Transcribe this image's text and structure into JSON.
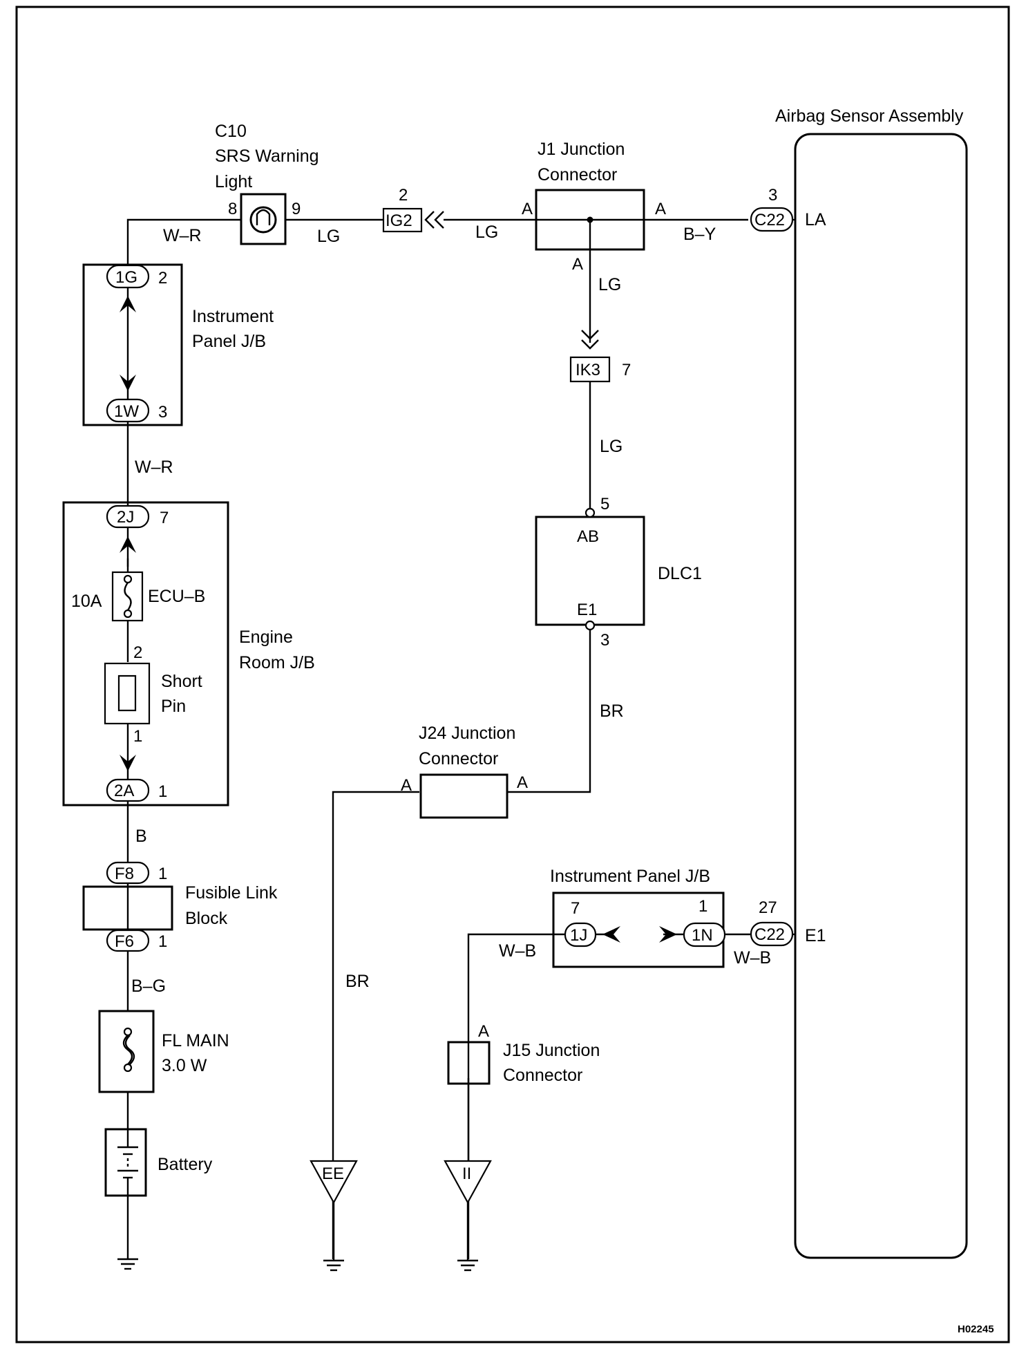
{
  "components": {
    "c10": {
      "id": "C10",
      "name_line1": "SRS Warning",
      "name_line2": "Light",
      "pin_in": "8",
      "pin_out": "9"
    },
    "j1": {
      "line1": "J1 Junction",
      "line2": "Connector",
      "pin_left": "A",
      "pin_right": "A",
      "pin_bottom": "A"
    },
    "airbag": {
      "name": "Airbag Sensor Assembly",
      "pin_la": "LA",
      "pin_e1": "E1"
    },
    "ig2": {
      "label": "IG2",
      "pin": "2"
    },
    "c22_top": {
      "label": "C22",
      "pin": "3"
    },
    "c22_bottom": {
      "label": "C22",
      "pin": "27"
    },
    "ik3": {
      "label": "IK3",
      "pin": "7"
    },
    "dlc1": {
      "name": "DLC1",
      "pin_ab": "AB",
      "pin_ab_num": "5",
      "pin_e1": "E1",
      "pin_e1_num": "3"
    },
    "ip_jb": {
      "line1": "Instrument",
      "line2": "Panel J/B",
      "top_conn": "1G",
      "top_pin": "2",
      "bottom_conn": "1W",
      "bottom_pin": "3"
    },
    "er_jb": {
      "line1": "Engine",
      "line2": "Room J/B",
      "top_conn": "2J",
      "top_pin": "7",
      "fuse_amp": "10A",
      "fuse_name": "ECU–B",
      "short_pin_line1": "Short",
      "short_pin_line2": "Pin",
      "sp_pin_top": "2",
      "sp_pin_bottom": "1",
      "bottom_conn": "2A",
      "bottom_pin": "1"
    },
    "fusible": {
      "line1": "Fusible Link",
      "line2": "Block",
      "top_conn": "F8",
      "top_pin": "1",
      "bottom_conn": "F6",
      "bottom_pin": "1"
    },
    "fl_main": {
      "line1": "FL MAIN",
      "line2": "3.0 W"
    },
    "battery": {
      "name": "Battery"
    },
    "j24": {
      "line1": "J24 Junction",
      "line2": "Connector",
      "pin_left": "A",
      "pin_right": "A"
    },
    "ip_jb2": {
      "name": "Instrument Panel J/B",
      "left_conn": "1J",
      "left_pin": "7",
      "right_conn": "1N",
      "right_pin": "1"
    },
    "j15": {
      "line1": "J15 Junction",
      "line2": "Connector",
      "pin": "A"
    },
    "ground_ee": {
      "label": "EE"
    },
    "ground_ii": {
      "label": "II"
    }
  },
  "wire_colors": {
    "w1": "W–R",
    "w2": "LG",
    "w3": "LG",
    "w4": "B–Y",
    "w5": "LG",
    "w6": "LG",
    "w7": "W–R",
    "w8": "B",
    "w9": "B–G",
    "w10": "BR",
    "w11": "BR",
    "w12": "W–B",
    "w13": "W–B"
  },
  "code": "H02245"
}
